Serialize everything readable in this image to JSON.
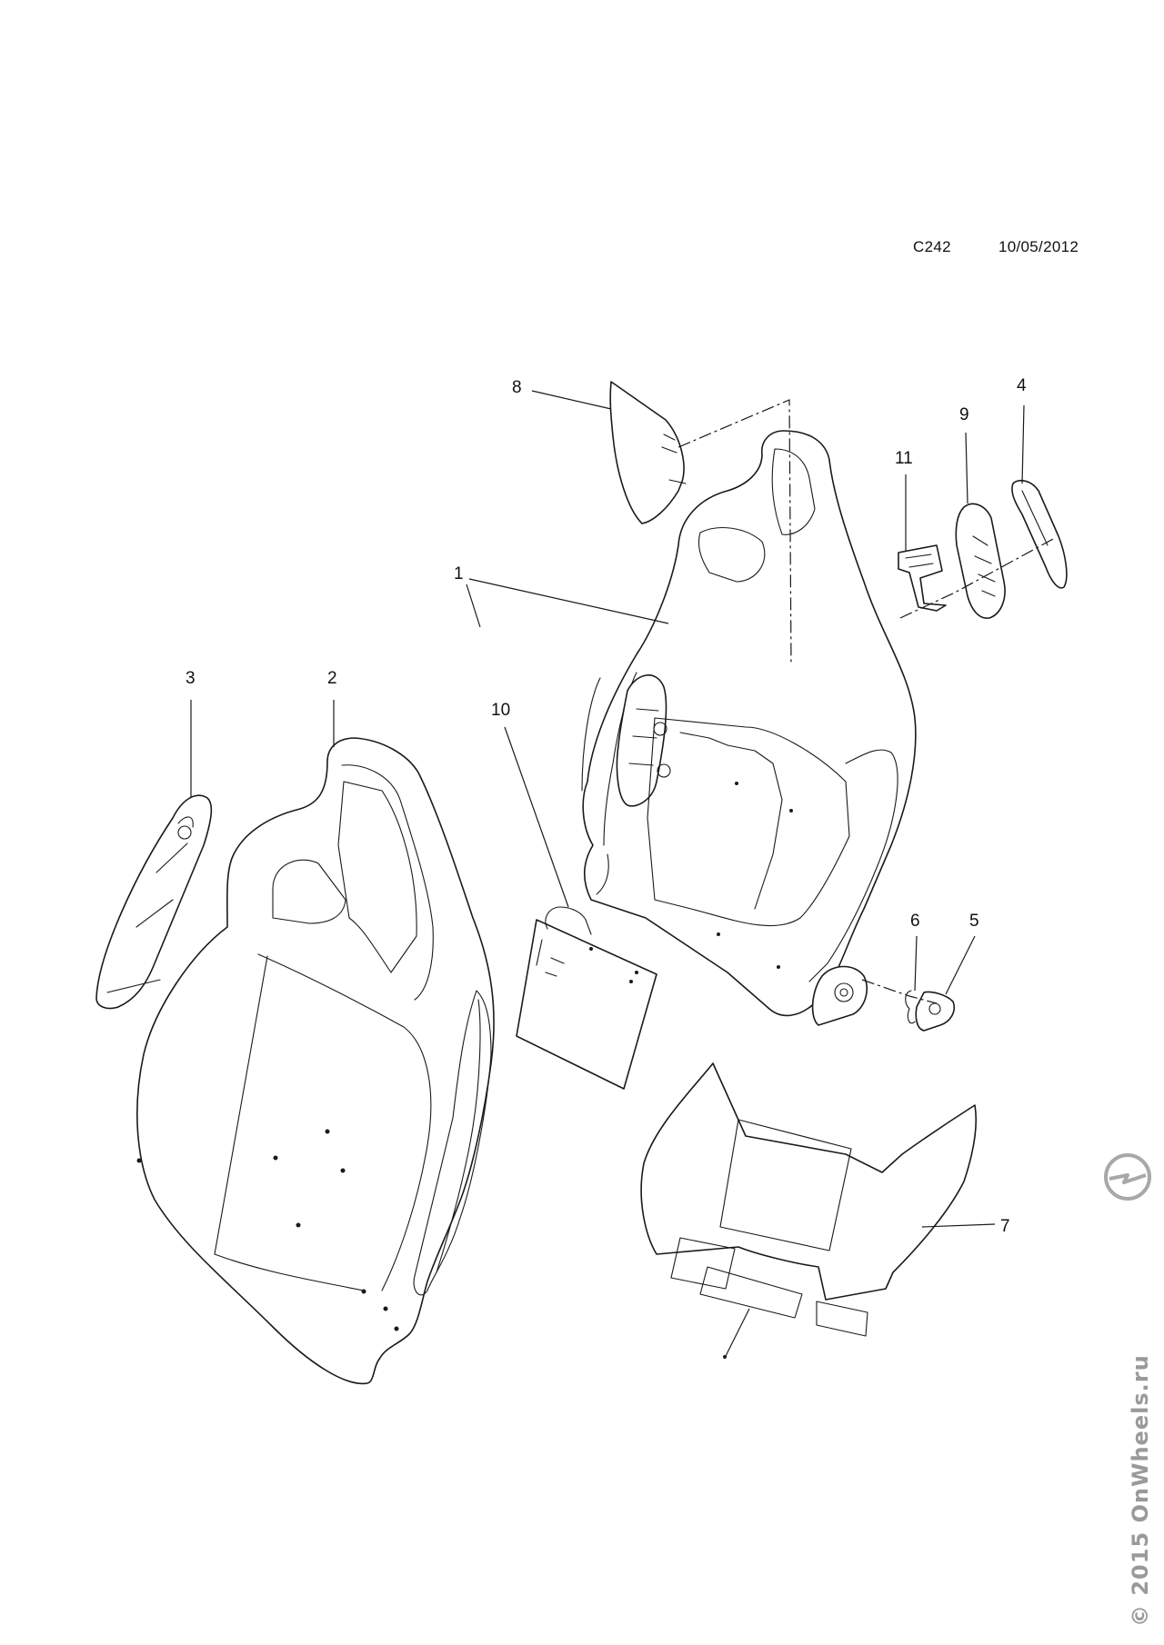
{
  "header": {
    "code": "C242",
    "date": "10/05/2012"
  },
  "callouts": {
    "c1": "1",
    "c2": "2",
    "c3": "3",
    "c4": "4",
    "c5": "5",
    "c6": "6",
    "c7": "7",
    "c8": "8",
    "c9": "9",
    "c10": "10",
    "c11": "11"
  },
  "watermark": {
    "text": "© 2015 OnWheels.ru",
    "logo_icon": "opel-blitz-logo-icon"
  }
}
